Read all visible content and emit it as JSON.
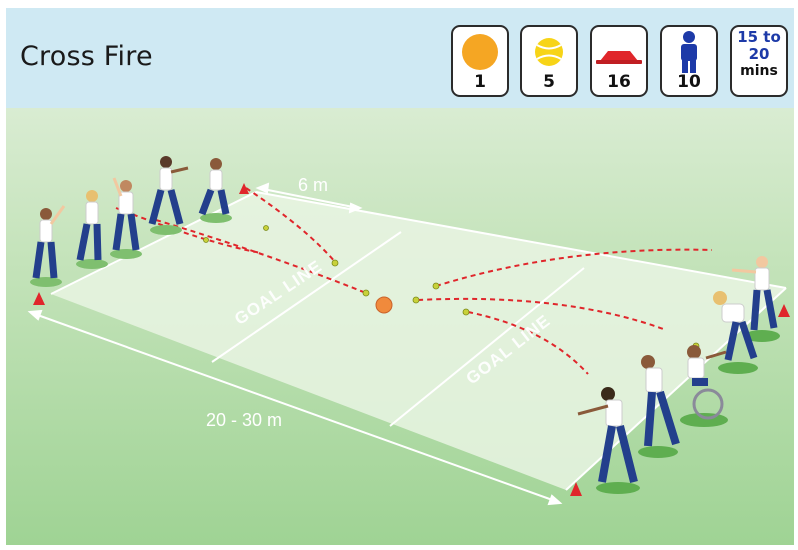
{
  "title": "Cross Fire",
  "equipment": [
    {
      "icon": "large-ball-icon",
      "count": "1",
      "color": "#f5a623"
    },
    {
      "icon": "tennis-ball-icon",
      "count": "5",
      "color": "#f7d417"
    },
    {
      "icon": "cone-marker-icon",
      "count": "16",
      "color": "#e0262b"
    },
    {
      "icon": "player-icon",
      "count": "10",
      "color": "#1d3aa8"
    },
    {
      "icon": "time-icon",
      "line1": "15 to",
      "line2": "20",
      "line3": "mins",
      "color": "#1d3aa8"
    }
  ],
  "field": {
    "distance_short": "6 m",
    "distance_long": "20 - 30 m",
    "goal_line_left": "GOAL LINE",
    "goal_line_right": "GOAL LINE"
  },
  "colors": {
    "header_bg": "#cfe9f3",
    "pitch": "#e8f3e2",
    "shirt": "#ffffff",
    "trousers": "#233f8c",
    "cone": "#e0262b",
    "ball": "#f08a3c",
    "throw_path": "#e0262b"
  }
}
